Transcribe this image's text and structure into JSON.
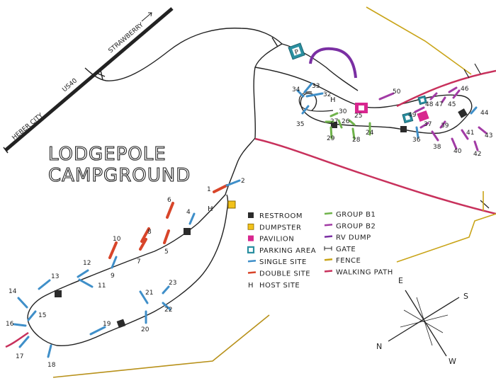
{
  "title_lines": [
    "LODGEPOLE",
    "CAMPGROUND"
  ],
  "road_labels": {
    "heber_city": "HEBER CITY",
    "us40": "US40",
    "strawberry": "STRAWBERRY"
  },
  "host_label": "H",
  "parking_label": "P",
  "sites": [
    {
      "n": "1",
      "kind": "double"
    },
    {
      "n": "2",
      "kind": "single"
    },
    {
      "n": "4",
      "kind": "single"
    },
    {
      "n": "5",
      "kind": "double"
    },
    {
      "n": "6",
      "kind": "double"
    },
    {
      "n": "7",
      "kind": "double"
    },
    {
      "n": "8",
      "kind": "double"
    },
    {
      "n": "9",
      "kind": "single"
    },
    {
      "n": "10",
      "kind": "double"
    },
    {
      "n": "11",
      "kind": "single"
    },
    {
      "n": "12",
      "kind": "single"
    },
    {
      "n": "13",
      "kind": "single"
    },
    {
      "n": "14",
      "kind": "single"
    },
    {
      "n": "15",
      "kind": "single"
    },
    {
      "n": "16",
      "kind": "single"
    },
    {
      "n": "17",
      "kind": "single"
    },
    {
      "n": "18",
      "kind": "single"
    },
    {
      "n": "19",
      "kind": "single"
    },
    {
      "n": "20",
      "kind": "single"
    },
    {
      "n": "21",
      "kind": "single"
    },
    {
      "n": "22",
      "kind": "single"
    },
    {
      "n": "23",
      "kind": "single"
    },
    {
      "n": "24",
      "kind": "group_b1"
    },
    {
      "n": "25",
      "kind": "group_b1"
    },
    {
      "n": "26",
      "kind": "group_b1"
    },
    {
      "n": "27",
      "kind": "group_b1"
    },
    {
      "n": "28",
      "kind": "group_b1"
    },
    {
      "n": "29",
      "kind": "group_b1"
    },
    {
      "n": "30",
      "kind": "group_b1"
    },
    {
      "n": "32",
      "kind": "single"
    },
    {
      "n": "33",
      "kind": "single"
    },
    {
      "n": "34",
      "kind": "single"
    },
    {
      "n": "35",
      "kind": "single"
    },
    {
      "n": "36",
      "kind": "single"
    },
    {
      "n": "37",
      "kind": "group_b2"
    },
    {
      "n": "38",
      "kind": "group_b2"
    },
    {
      "n": "39",
      "kind": "group_b2"
    },
    {
      "n": "40",
      "kind": "group_b2"
    },
    {
      "n": "41",
      "kind": "group_b2"
    },
    {
      "n": "42",
      "kind": "group_b2"
    },
    {
      "n": "43",
      "kind": "group_b2"
    },
    {
      "n": "44",
      "kind": "single"
    },
    {
      "n": "45",
      "kind": "group_b2"
    },
    {
      "n": "46",
      "kind": "group_b2"
    },
    {
      "n": "47",
      "kind": "group_b2"
    },
    {
      "n": "48",
      "kind": "group_b2"
    },
    {
      "n": "49",
      "kind": "group_b2"
    },
    {
      "n": "50",
      "kind": "group_b2"
    }
  ],
  "legend": [
    {
      "label": "RESTROOM",
      "symbol": "restroom"
    },
    {
      "label": "DUMPSTER",
      "symbol": "dumpster"
    },
    {
      "label": "PAVILION",
      "symbol": "pavilion"
    },
    {
      "label": "PARKING AREA",
      "symbol": "parking"
    },
    {
      "label": "SINGLE SITE",
      "symbol": "single"
    },
    {
      "label": "DOUBLE SITE",
      "symbol": "double"
    },
    {
      "label": "HOST SITE",
      "symbol": "host"
    },
    {
      "label": "GROUP B1",
      "symbol": "group_b1"
    },
    {
      "label": "GROUP B2",
      "symbol": "group_b2"
    },
    {
      "label": "RV DUMP",
      "symbol": "rv_dump"
    },
    {
      "label": "GATE",
      "symbol": "gate"
    },
    {
      "label": "FENCE",
      "symbol": "fence"
    },
    {
      "label": "WALKING PATH",
      "symbol": "walking_path"
    }
  ],
  "compass": {
    "E": "E",
    "S": "S",
    "N": "N",
    "W": "W"
  },
  "colors": {
    "single": "#3f8fc9",
    "double": "#d8452a",
    "group_b1": "#6fb34a",
    "group_b2": "#a23ba5",
    "pavilion": "#d8278f",
    "parking": "#2a8fa0",
    "dumpster": "#f2c21a",
    "restroom": "#2b2b2b",
    "fence": "#c9a418",
    "walking_path": "#c8315c",
    "rv_dump": "#7a2fa3",
    "road": "#222222"
  }
}
